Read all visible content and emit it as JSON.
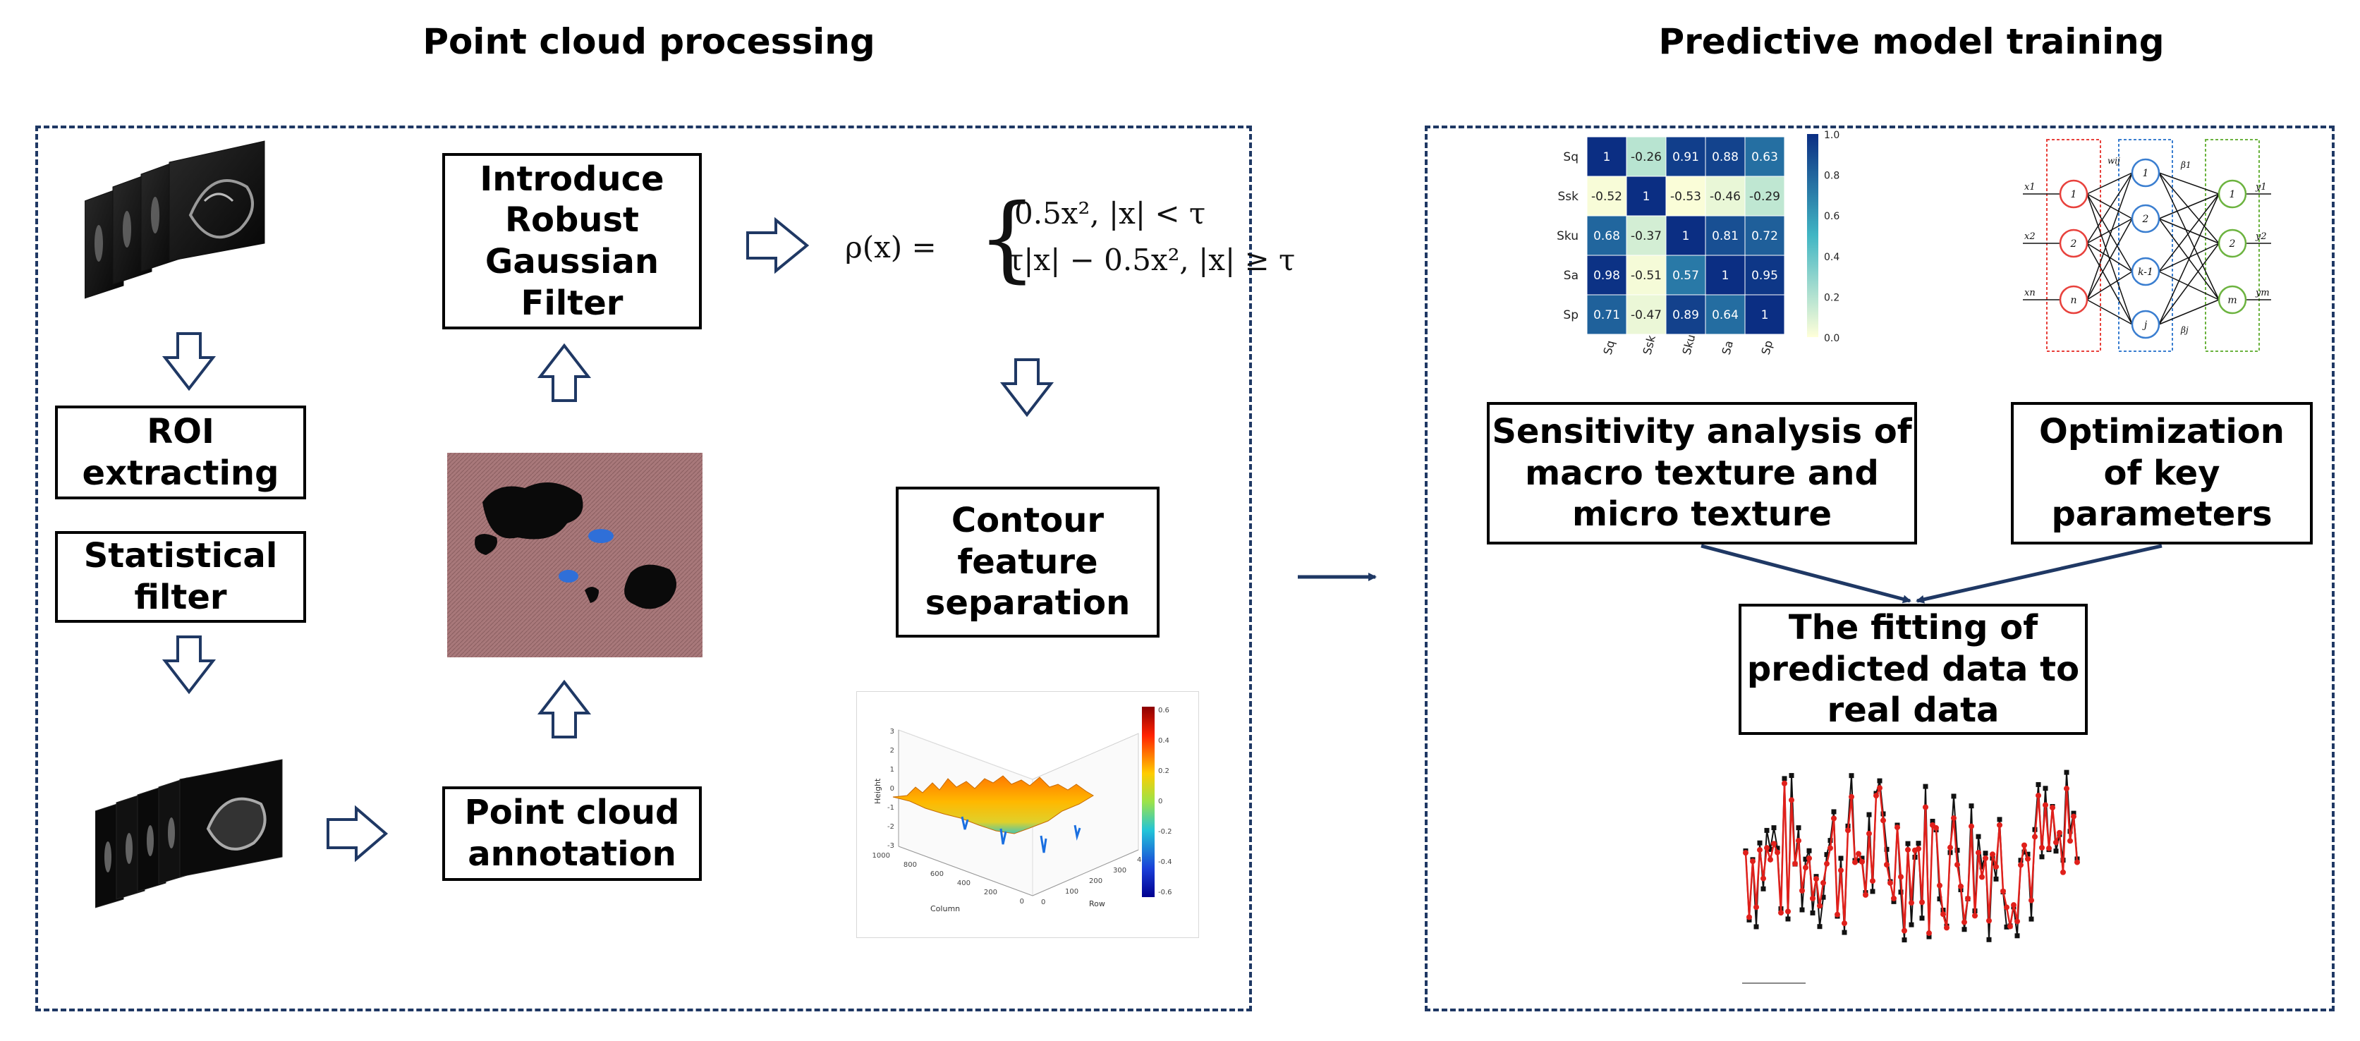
{
  "titles": {
    "left": "Point cloud processing",
    "right": "Predictive model training"
  },
  "boxes": {
    "roi": "ROI\nextracting",
    "statistical": "Statistical\nfilter",
    "robust": "Introduce\nRobust\nGaussian\nFilter",
    "annotation": "Point cloud\nannotation",
    "contour": "Contour\nfeature\nseparation",
    "sensitivity": "Sensitivity analysis of\nmacro texture and\nmicro texture",
    "optimization": "Optimization\nof key\nparameters",
    "fitting": "The fitting of\npredicted data to\nreal data"
  },
  "formula": {
    "lhs": "ρ(x) =",
    "case1": "0.5x², |x| < τ",
    "case2": "τ|x| − 0.5x², |x| ≥ τ"
  },
  "heatmap": {
    "rows": [
      "Sq",
      "Ssk",
      "Sku",
      "Sa",
      "Sp"
    ],
    "cols": [
      "Sq",
      "Ssk",
      "Sku",
      "Sa",
      "Sp"
    ],
    "values": [
      [
        1,
        -0.26,
        0.91,
        0.88,
        0.63
      ],
      [
        -0.52,
        1,
        -0.53,
        -0.46,
        -0.29
      ],
      [
        0.68,
        -0.37,
        1,
        0.81,
        0.72
      ],
      [
        0.98,
        -0.51,
        0.57,
        1,
        0.95
      ],
      [
        0.71,
        -0.47,
        0.89,
        0.64,
        1
      ]
    ],
    "colorbar_ticks": [
      "1.0",
      "0.8",
      "0.6",
      "0.4",
      "0.2",
      "0.0"
    ],
    "high_color": "#0b2e83",
    "low_color": "#ffffd9"
  },
  "network": {
    "input_nodes": [
      "1",
      "2",
      "n"
    ],
    "hidden_nodes": [
      "1",
      "2",
      "k-1",
      "j"
    ],
    "output_nodes": [
      "1",
      "2",
      "m"
    ],
    "input_labels": [
      "x1",
      "x2",
      "xn"
    ],
    "output_labels": [
      "y1",
      "y2",
      "ym"
    ],
    "weight_labels": [
      "wij",
      "β1",
      "βj"
    ],
    "input_color": "#e8413c",
    "hidden_color": "#3a7ed0",
    "output_color": "#6cb33f"
  },
  "surface": {
    "axis_x_label": "Column",
    "axis_y_label": "Row",
    "axis_z_label": "Height",
    "x_ticks": [
      "1000",
      "800",
      "600",
      "400",
      "200",
      "0"
    ],
    "y_ticks": [
      "0",
      "100",
      "200",
      "300",
      "400"
    ],
    "z_ticks": [
      "3",
      "2",
      "1",
      "0",
      "-1",
      "-2",
      "-3"
    ],
    "colorbar_ticks": [
      "0.6",
      "0.4",
      "0.2",
      "0",
      "-0.2",
      "-0.4",
      "-0.6"
    ]
  },
  "colors": {
    "dashed_border": "#1f3864",
    "arrow_connector": "#1f3864",
    "predicted_series": "#e0201b",
    "real_series": "#111111"
  }
}
